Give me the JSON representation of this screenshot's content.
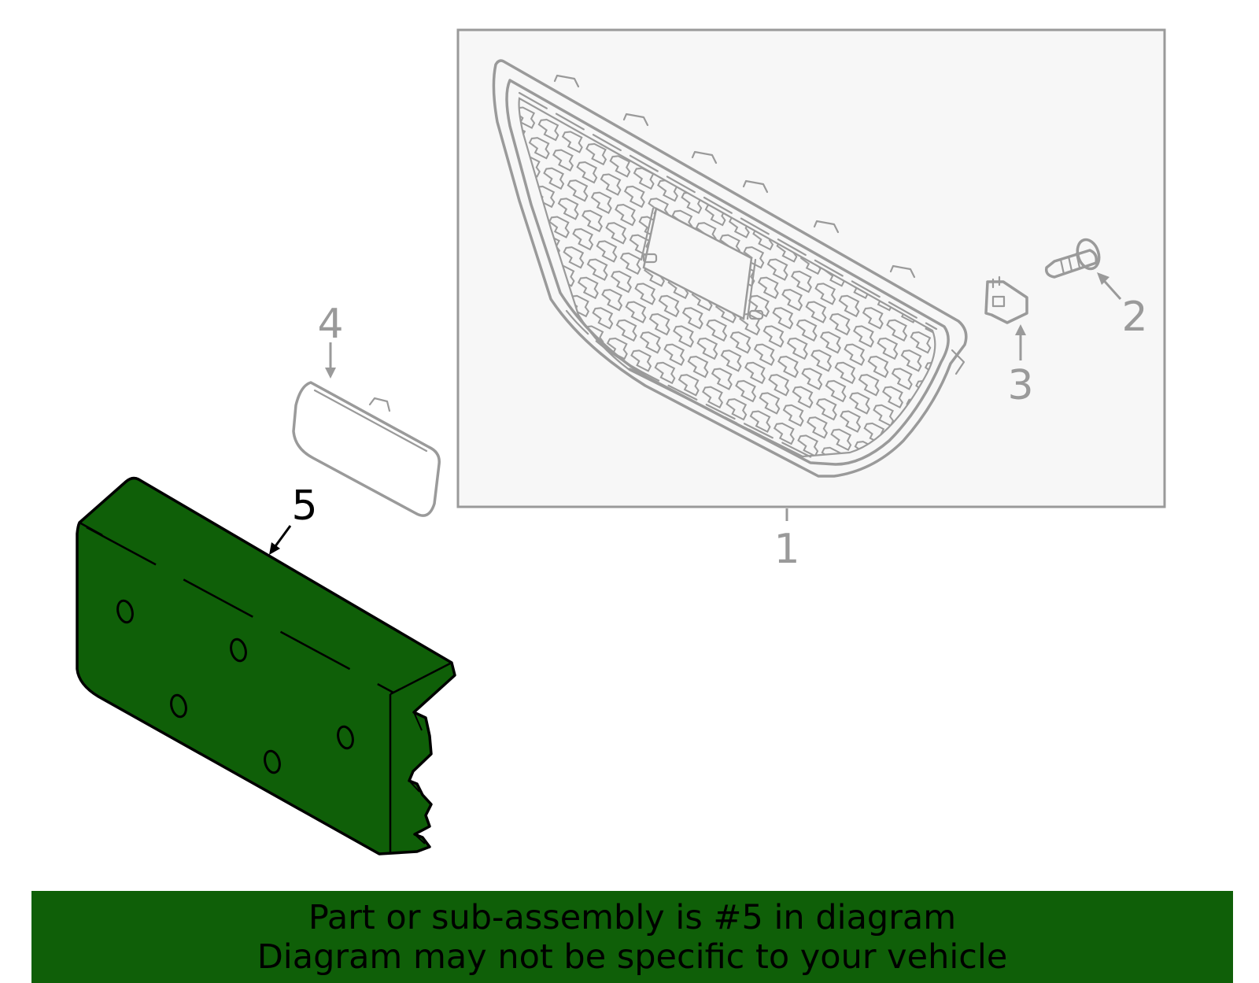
{
  "colors": {
    "highlight": "#0f5f08",
    "outline": "#000000",
    "gray_part": "#9a9a9a",
    "inset_fill": "#f7f7f7",
    "banner_text": "#000000"
  },
  "callouts": [
    {
      "number": "1",
      "part": "grille-assembly",
      "highlighted": false
    },
    {
      "number": "2",
      "part": "screw",
      "highlighted": false
    },
    {
      "number": "3",
      "part": "clip",
      "highlighted": false
    },
    {
      "number": "4",
      "part": "emblem-cover",
      "highlighted": false
    },
    {
      "number": "5",
      "part": "license-plate-bracket",
      "highlighted": true
    }
  ],
  "banner": {
    "line1": "Part or sub-assembly is #5 in diagram",
    "line2": "Diagram may not be specific to your vehicle"
  }
}
